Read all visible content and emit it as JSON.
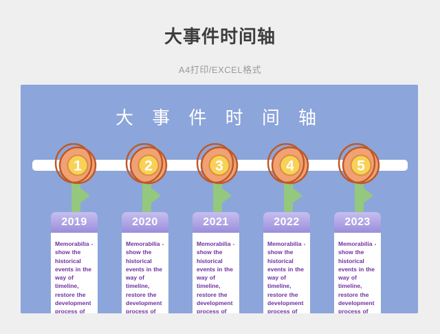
{
  "page": {
    "title": "大事件时间轴",
    "subtitle": "A4打印/EXCEL格式",
    "background_color": "#efefef",
    "title_color": "#3d3d3d",
    "subtitle_color": "#9a9a9a"
  },
  "poster": {
    "title": "大 事 件 时 间 轴",
    "colors": {
      "panel_bg": "#8ca5da",
      "bar": "#ffffff",
      "marker_fill": "#f1a173",
      "marker_ring": "#bd5927",
      "marker_inner": "#f9d157",
      "marker_inner_border": "#d6913c",
      "stem_green": "#93c87e",
      "year_gradient_top": "#c6beef",
      "year_gradient_bottom": "#9a8edb",
      "desc_text": "#7030a0"
    },
    "items": [
      {
        "number": "1",
        "year": "2019",
        "description": "Memorabilia - show the historical events in the way of timeline, restore the development process of"
      },
      {
        "number": "2",
        "year": "2020",
        "description": "Memorabilia - show the historical events in the way of timeline, restore the development process of"
      },
      {
        "number": "3",
        "year": "2021",
        "description": "Memorabilia - show the historical events in the way of timeline, restore the development process of"
      },
      {
        "number": "4",
        "year": "2022",
        "description": "Memorabilia - show the historical events in the way of timeline, restore the development process of"
      },
      {
        "number": "5",
        "year": "2023",
        "description": "Memorabilia - show the historical events in the way of timeline, restore the development process of"
      }
    ]
  }
}
